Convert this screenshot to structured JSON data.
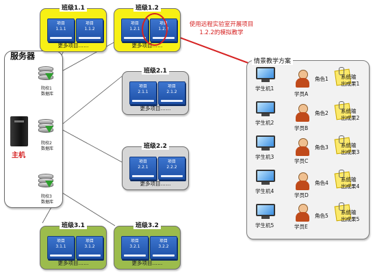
{
  "server": {
    "title": "服务器",
    "host_label": "主机",
    "databases": [
      {
        "label": "院校1\n数据库"
      },
      {
        "label": "院校2\n数据库"
      },
      {
        "label": "院校3\n数据库"
      }
    ]
  },
  "classes": [
    {
      "title": "班级1.1",
      "color": "#f7f015",
      "projects": [
        "项目\n1.1.1",
        "项目\n1.1.2"
      ],
      "more": "更多项目……"
    },
    {
      "title": "班级1.2",
      "color": "#f7f015",
      "projects": [
        "项目\n1.2.1",
        "项目\n1.2.2"
      ],
      "more": "更多项目……"
    },
    {
      "title": "班级2.1",
      "color": "#d6d6d6",
      "projects": [
        "项目\n2.1.1",
        "项目\n2.1.2"
      ],
      "more": "更多项目……"
    },
    {
      "title": "班级2.2",
      "color": "#d6d6d6",
      "projects": [
        "项目\n2.2.1",
        "项目\n2.2.2"
      ],
      "more": "更多项目……"
    },
    {
      "title": "班级3.1",
      "color": "#9cbc4c",
      "projects": [
        "项目\n3.1.1",
        "项目\n3.1.2"
      ],
      "more": "更多项目……"
    },
    {
      "title": "班级3.2",
      "color": "#9cbc4c",
      "projects": [
        "项目\n3.2.1",
        "项目\n3.2.2"
      ],
      "more": "更多项目……"
    }
  ],
  "callout": {
    "text": "使用远程实验室开展项目1.2.2的模拟教学",
    "color": "#d62222"
  },
  "scenario": {
    "title": "情景教学方案",
    "rows": [
      {
        "pc": "学生机1",
        "student": "学员A",
        "role": "角色1",
        "result": "系统输\n出成果1"
      },
      {
        "pc": "学生机2",
        "student": "学员B",
        "role": "角色2",
        "result": "系统输\n出成果2"
      },
      {
        "pc": "学生机3",
        "student": "学员C",
        "role": "角色3",
        "result": "系统输\n出成果3"
      },
      {
        "pc": "学生机4",
        "student": "学员D",
        "role": "角色4",
        "result": "系统输\n出成果4"
      },
      {
        "pc": "学生机5",
        "student": "学员E",
        "role": "角色5",
        "result": "系统输\n出成果5"
      }
    ]
  }
}
